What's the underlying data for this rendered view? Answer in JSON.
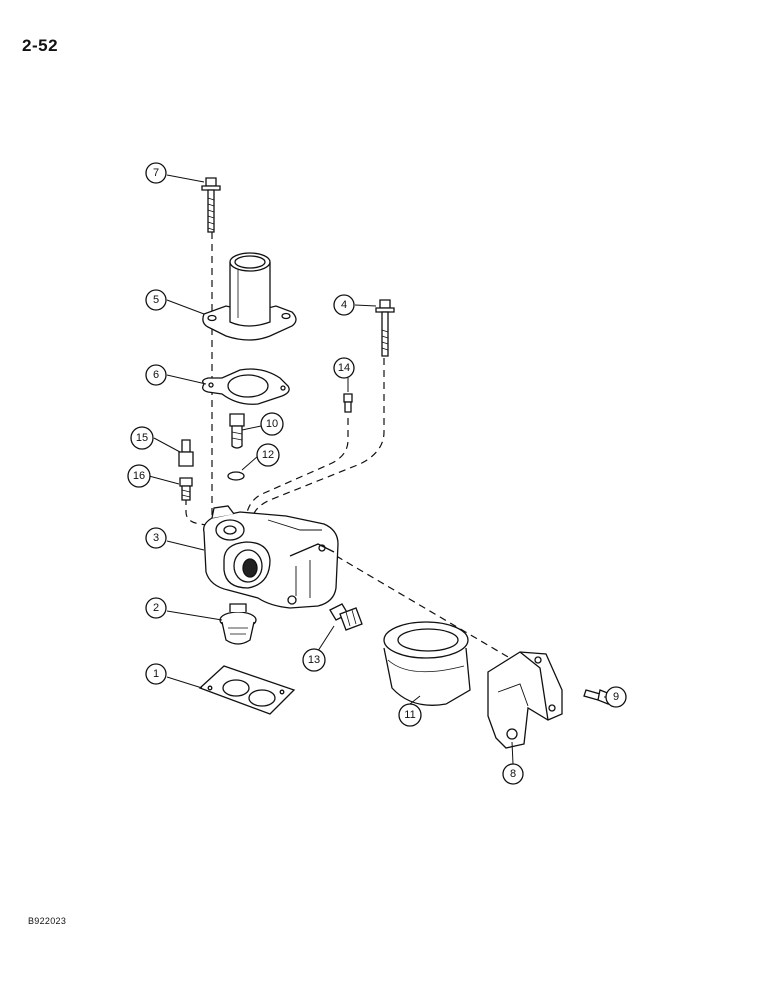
{
  "page_number": "2-52",
  "figure_code": "B922023",
  "callouts": [
    {
      "id": "1",
      "filled": false
    },
    {
      "id": "2",
      "filled": false
    },
    {
      "id": "3",
      "filled": false
    },
    {
      "id": "4",
      "filled": false
    },
    {
      "id": "5",
      "filled": false
    },
    {
      "id": "6",
      "filled": false
    },
    {
      "id": "7",
      "filled": false
    },
    {
      "id": "8",
      "filled": false
    },
    {
      "id": "9",
      "filled": false
    },
    {
      "id": "10",
      "filled": false
    },
    {
      "id": "11",
      "filled": false
    },
    {
      "id": "12",
      "filled": false
    },
    {
      "id": "13",
      "filled": false
    },
    {
      "id": "14",
      "filled": false
    },
    {
      "id": "15",
      "filled": false
    },
    {
      "id": "16",
      "filled": false
    }
  ],
  "parts": [
    {
      "ref": "1",
      "icon": "gasket-icon"
    },
    {
      "ref": "2",
      "icon": "thermostat-icon"
    },
    {
      "ref": "3",
      "icon": "housing-icon"
    },
    {
      "ref": "4",
      "icon": "bolt-icon"
    },
    {
      "ref": "5",
      "icon": "elbow-outlet-icon"
    },
    {
      "ref": "6",
      "icon": "gasket-icon"
    },
    {
      "ref": "7",
      "icon": "bolt-icon"
    },
    {
      "ref": "8",
      "icon": "bracket-icon"
    },
    {
      "ref": "9",
      "icon": "bolt-icon"
    },
    {
      "ref": "10",
      "icon": "sender-icon"
    },
    {
      "ref": "11",
      "icon": "filter-icon"
    },
    {
      "ref": "12",
      "icon": "o-ring-icon"
    },
    {
      "ref": "13",
      "icon": "fitting-icon"
    },
    {
      "ref": "14",
      "icon": "plug-icon"
    },
    {
      "ref": "15",
      "icon": "fitting-icon"
    },
    {
      "ref": "16",
      "icon": "fitting-icon"
    }
  ]
}
